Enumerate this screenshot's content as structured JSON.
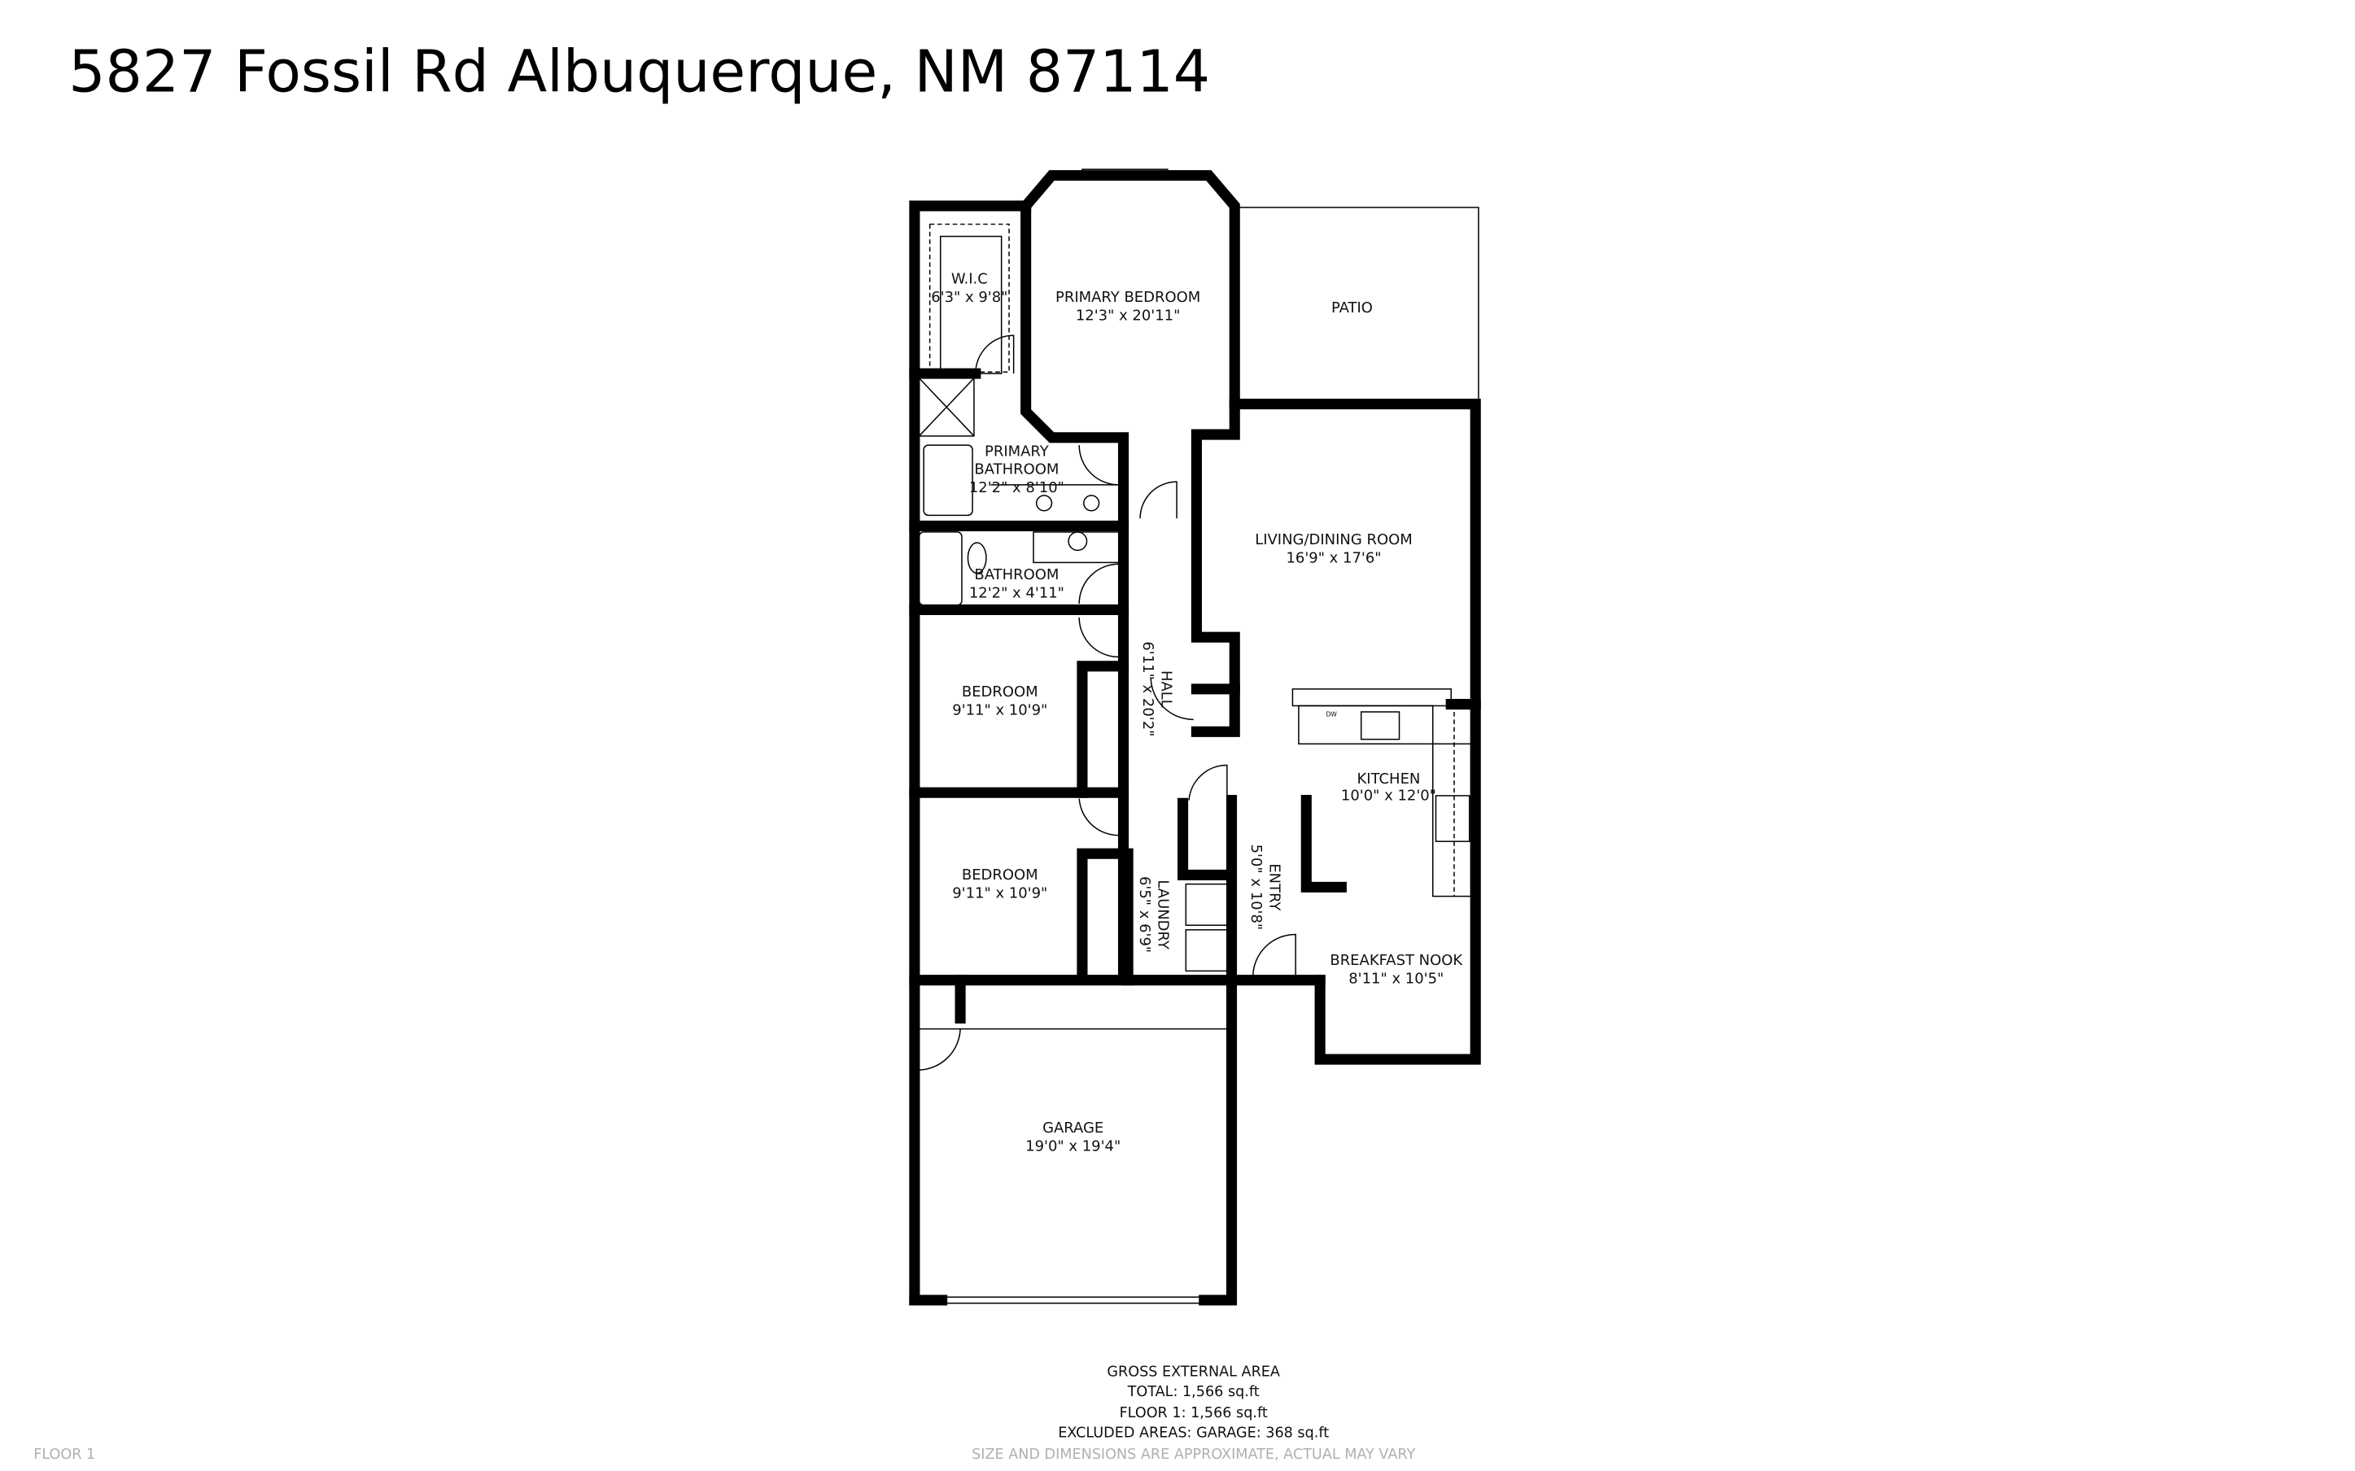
{
  "title": "5827 Fossil Rd Albuquerque, NM 87114",
  "rooms": {
    "wic": {
      "name": "W.I.C",
      "dims": "6'3\" x 9'8\""
    },
    "primary_bedroom": {
      "name": "PRIMARY BEDROOM",
      "dims": "12'3\" x 20'11\""
    },
    "patio": {
      "name": "PATIO"
    },
    "primary_bathroom": {
      "name1": "PRIMARY",
      "name2": "BATHROOM",
      "dims": "12'2\" x 8'10\""
    },
    "bathroom": {
      "name": "BATHROOM",
      "dims": "12'2\" x 4'11\""
    },
    "living": {
      "name": "LIVING/DINING ROOM",
      "dims": "16'9\" x 17'6\""
    },
    "hall": {
      "name": "HALL",
      "dims": "6'11\" x 20'2\""
    },
    "bedroom1": {
      "name": "BEDROOM",
      "dims": "9'11\" x 10'9\""
    },
    "bedroom2": {
      "name": "BEDROOM",
      "dims": "9'11\" x 10'9\""
    },
    "kitchen": {
      "name": "KITCHEN",
      "dims": "10'0\" x 12'0\""
    },
    "entry": {
      "name": "ENTRY",
      "dims": "5'0\" x 10'8\""
    },
    "laundry": {
      "name": "LAUNDRY",
      "dims": "6'5\" x 6'9\""
    },
    "breakfast_nook": {
      "name": "BREAKFAST NOOK",
      "dims": "8'11\" x 10'5\""
    },
    "garage": {
      "name": "GARAGE",
      "dims": "19'0\" x 19'4\""
    },
    "dishwasher": "DW"
  },
  "footer": {
    "heading": "GROSS EXTERNAL AREA",
    "total": "TOTAL: 1,566 sq.ft",
    "floor1": "FLOOR 1: 1,566 sq.ft",
    "excluded": "EXCLUDED AREAS: GARAGE: 368 sq.ft",
    "disclaimer": "SIZE AND DIMENSIONS ARE APPROXIMATE, ACTUAL MAY VARY",
    "floor_label": "FLOOR 1"
  }
}
